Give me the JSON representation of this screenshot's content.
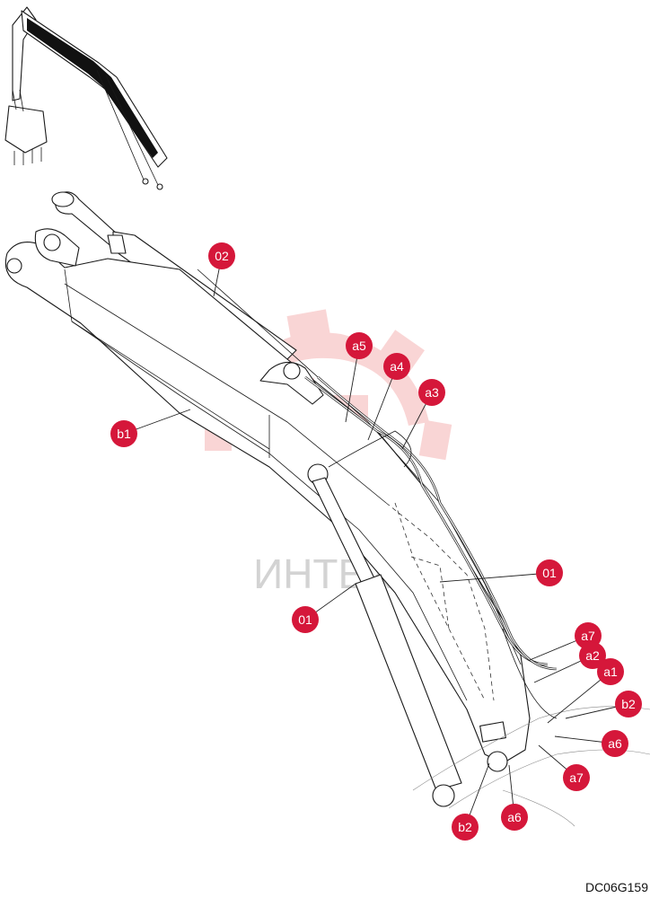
{
  "drawing_code": "DC06G159",
  "watermark_text": "ИНТЕХ",
  "colors": {
    "callout": "#d5173a",
    "watermark": "#f2b8b8",
    "line": "#1a1a1a"
  },
  "callouts": [
    {
      "id": "c-02",
      "label": "02"
    },
    {
      "id": "c-a5",
      "label": "a5"
    },
    {
      "id": "c-a4",
      "label": "a4"
    },
    {
      "id": "c-a3",
      "label": "a3"
    },
    {
      "id": "c-b1",
      "label": "b1"
    },
    {
      "id": "c-01r",
      "label": "01"
    },
    {
      "id": "c-01l",
      "label": "01"
    },
    {
      "id": "c-a7t",
      "label": "a7"
    },
    {
      "id": "c-a2",
      "label": "a2"
    },
    {
      "id": "c-a1",
      "label": "a1"
    },
    {
      "id": "c-b2r",
      "label": "b2"
    },
    {
      "id": "c-a6r",
      "label": "a6"
    },
    {
      "id": "c-a7b",
      "label": "a7"
    },
    {
      "id": "c-b2b",
      "label": "b2"
    },
    {
      "id": "c-a6b",
      "label": "a6"
    }
  ]
}
